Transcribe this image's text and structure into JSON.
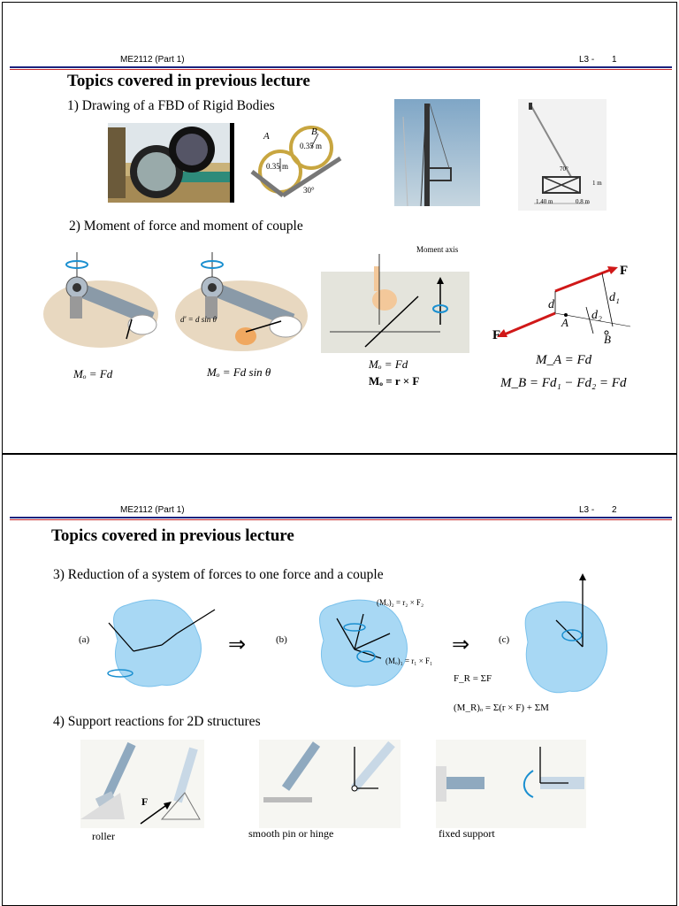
{
  "slides": [
    {
      "course": "ME2112 (Part 1)",
      "page_label": "L3 -",
      "page_number": "1",
      "title": "Topics covered in previous lecture",
      "topic1": "1) Drawing of a FBD of Rigid Bodies",
      "topic2": "2) Moment of force and moment of couple",
      "fbd_labels": {
        "A": "A",
        "B": "B",
        "r1": "0.35 m",
        "r2": "0.35 m",
        "angle": "30°"
      },
      "moment_axis_label": "Moment axis",
      "eq1": "Mₒ = Fd",
      "eq2": "Mₒ = Fd sin θ",
      "eq3a": "Mₒ = Fd",
      "eq3b": "Mₒ = r × F",
      "d_sin_label": "d' = d sin θ",
      "couple": {
        "F": "F",
        "d": "d",
        "d1": "d₁",
        "d2": "d₂",
        "A": "A",
        "B": "B",
        "eqA": "M_A = Fd",
        "eqB": "M_B = Fd₁ − Fd₂ = Fd"
      },
      "frame_labels": {
        "angle": "70°",
        "dim1": "1.40 m",
        "dim2": "0.8 m",
        "h": "1 m"
      }
    },
    {
      "course": "ME2112 (Part 1)",
      "page_label": "L3 -",
      "page_number": "2",
      "title": "Topics covered in previous lecture",
      "topic3": "3) Reduction of a system of forces to one force and a couple",
      "topic4": "4) Support reactions for 2D structures",
      "panel_a": "(a)",
      "panel_b": "(b)",
      "panel_c": "(c)",
      "arrow_symbol": "⇒",
      "m2_label": "(Mₒ)₂ = r₂ × F₂",
      "m1_label": "(Mₒ)₁ = r₁ × F₁",
      "fr_eq": "F_R = ΣF",
      "mr_eq": "(M_R)ₒ = Σ(r × F) + ΣM",
      "support_labels": [
        "roller",
        "smooth pin or hinge",
        "fixed support"
      ]
    }
  ]
}
